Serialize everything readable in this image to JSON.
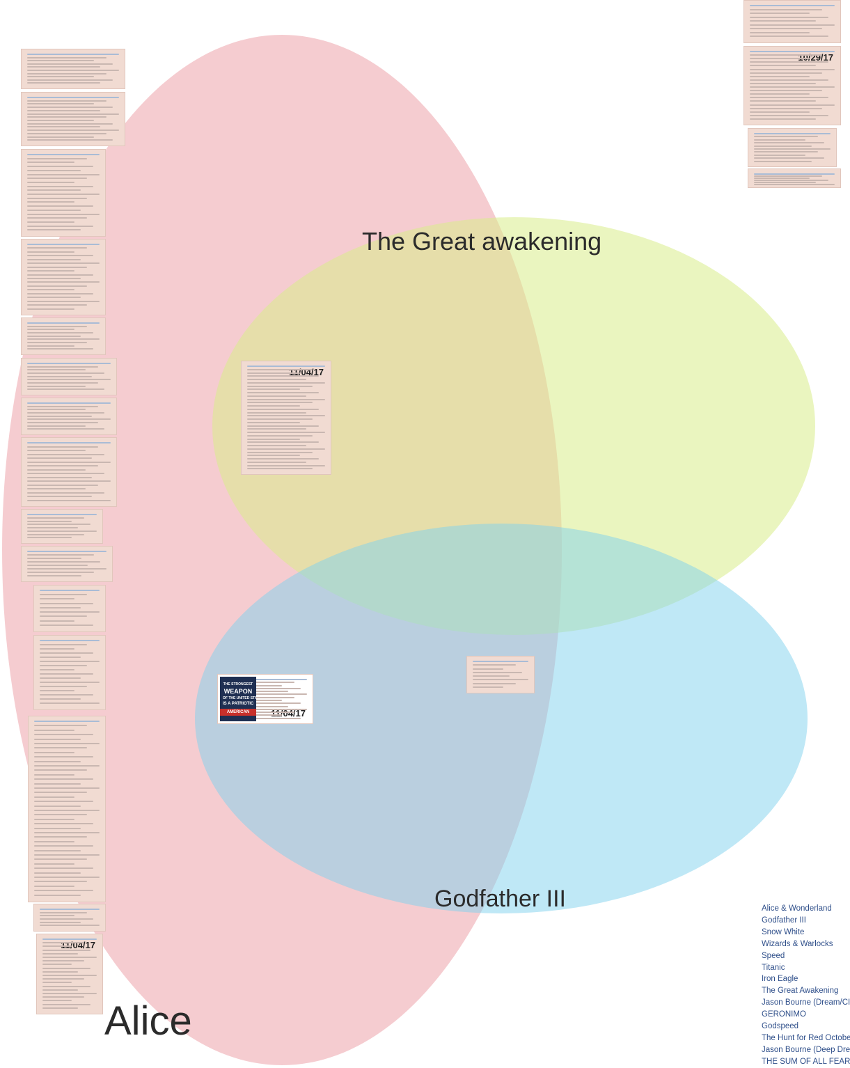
{
  "colors": {
    "alice_fill": "#e88f97",
    "awakening_fill": "#d8ec8a",
    "godfather_fill": "#7fd2ee",
    "post_bg": "#f1dbd2",
    "legend_text": "#2f4f8a"
  },
  "regions": {
    "alice": "Alice",
    "great_awakening": "The Great awakening",
    "godfather": "Godfather III"
  },
  "post_dates": {
    "top_right": "10/29/17",
    "center": "11/04/17",
    "left_bottom": "11/04/17",
    "book_post": "11/04/17"
  },
  "book_cover": {
    "lines": [
      "THE STRONGEST",
      "WEAPON",
      "OF THE UNITED STATES",
      "IS A PATRIOTIC",
      "AMERICAN"
    ]
  },
  "legend": [
    "Alice & Wonderland",
    "Godfather III",
    "Snow White",
    "Wizards & Warlocks",
    "Speed",
    "Titanic",
    "Iron Eagle",
    "The Great Awakening",
    "Jason Bourne (Dream/CIA)",
    "GERONIMO",
    "Godspeed",
    "The Hunt for Red October",
    "Jason Bourne (Deep Dream)",
    "THE SUM OF ALL FEARS"
  ]
}
